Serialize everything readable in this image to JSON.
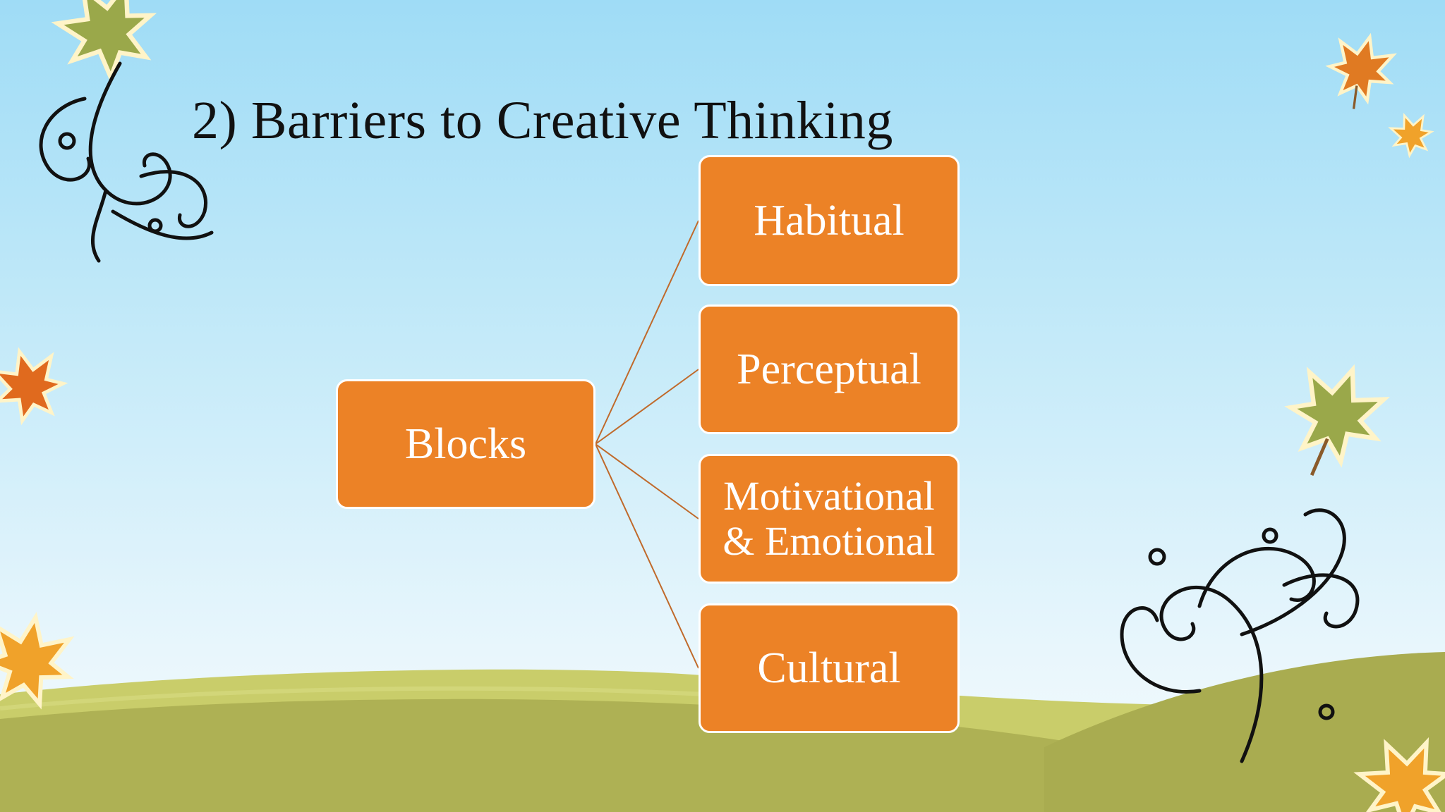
{
  "slide": {
    "title": "2) Barriers to Creative Thinking"
  },
  "diagram": {
    "root": "Blocks",
    "children": [
      "Habitual",
      "Perceptual",
      "Motivational & Emotional",
      "Cultural"
    ],
    "children_lines": [
      [
        "Habitual"
      ],
      [
        "Perceptual"
      ],
      [
        "Motivational",
        "& Emotional"
      ],
      [
        "Cultural"
      ]
    ]
  },
  "colors": {
    "node_fill": "#ec8226",
    "node_border": "#ffffff",
    "connector": "#c0692a",
    "sky_top": "#9fdcf6",
    "grass": "#aeb154",
    "grass_light": "#c9cd6a"
  },
  "decorations": [
    "maple-leaf-icon",
    "swirl-ornament"
  ]
}
